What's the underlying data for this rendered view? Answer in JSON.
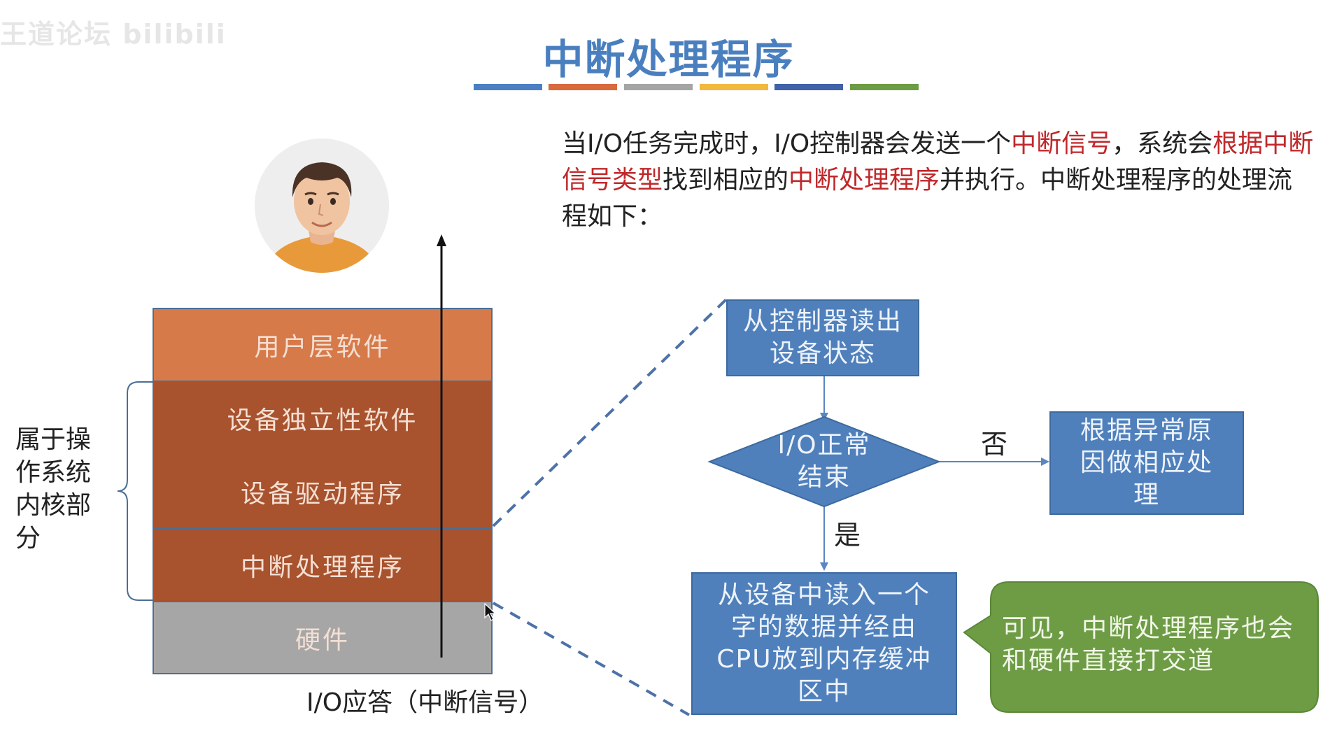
{
  "watermark": "王道论坛 bilibili",
  "title": "中断处理程序",
  "title_stripes": [
    "#4a7fc4",
    "#d86a3c",
    "#a5a5a5",
    "#f1b93e",
    "#3f62a8",
    "#6e9c45"
  ],
  "intro": {
    "p1": "当I/O任务完成时，I/O控制器会发送一个",
    "h1": "中断信号",
    "p2": "，系统会",
    "h2": "根据中断信号类型",
    "p3": "找到相应的",
    "h3": "中断处理程序",
    "p4": "并执行。中断处理程序的处理流程如下："
  },
  "avatar_icon": "person-avatar-icon",
  "layers": [
    {
      "label": "用户层软件",
      "color": "#d67a4a"
    },
    {
      "label": "设备独立性软件",
      "color": "#a8522e"
    },
    {
      "label": "设备驱动程序",
      "color": "#a8522e"
    },
    {
      "label": "中断处理程序",
      "color": "#a8522e"
    },
    {
      "label": "硬件",
      "color": "#a6a6a6"
    }
  ],
  "kernel_label": "属于操作系统内核部分",
  "io_answer": "I/O应答（中断信号）",
  "flow": {
    "read_status": "从控制器读出设备状态",
    "decision": "I/O正常结束",
    "no_label": "否",
    "yes_label": "是",
    "exception": "根据异常原因做相应处理",
    "transfer": "从设备中读入一个字的数据并经由CPU放到内存缓冲区中"
  },
  "callout": "可见，中断处理程序也会和硬件直接打交道",
  "colors": {
    "flow_box": "#4f80bc",
    "callout": "#6d9c45",
    "highlight": "#c0282b"
  }
}
